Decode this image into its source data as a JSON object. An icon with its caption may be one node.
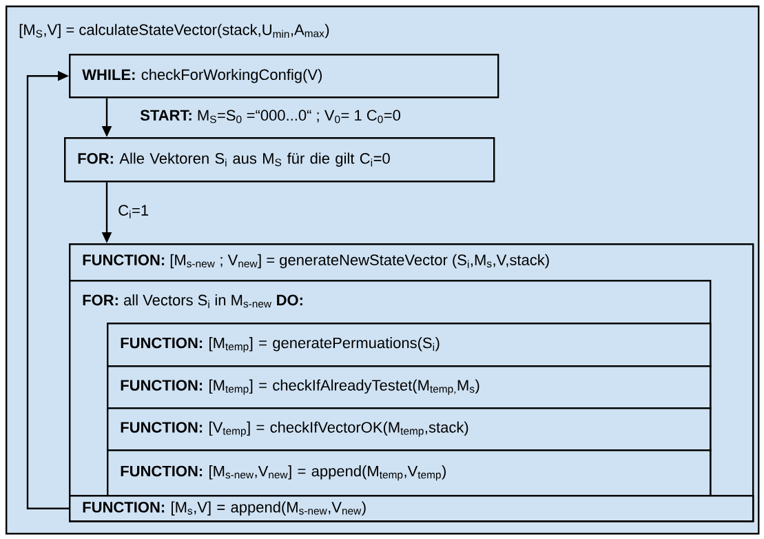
{
  "diagram": {
    "nodes": [
      {
        "text": [
          "[M$_{S}$,V] = calculateStateVector(stack,U$_{min}$,A$_{max}$)"
        ]
      },
      {
        "text": [
          "**WHILE:** checkForWorkingConfig(V)"
        ],
        "in": 0
      },
      {
        "text": [
          "**FOR:** Alle Vektoren S$_{i}$ aus M$_{S}$ für die gilt C$_{i}$=0"
        ],
        "in": 0
      },
      {
        "text": [
          "**FUNCTION:** [M$_{s-new}$ ; V$_{new}$] = generateNewStateVector (S$_{i}$,M$_{s}$,V,stack)"
        ],
        "in": 0
      },
      {
        "text": [
          "**FOR:** all Vectors S$_{i}$ in M$_{s-new}$ **DO:**"
        ],
        "in": 3
      },
      {
        "text": [
          "**FUNCTION:** [M$_{temp}$] = generatePermuations(S$_{i}$)"
        ],
        "in": 4
      },
      {
        "text": [
          "**FUNCTION:** [M$_{temp}$] = checkIfAlreadyTestet(M$_{temp,}$M$_{s}$)"
        ],
        "in": 4
      },
      {
        "text": [
          "**FUNCTION:** [V$_{temp}$] = checkIfVectorOK(M$_{temp}$,stack)"
        ],
        "in": 4
      },
      {
        "text": [
          "**FUNCTION:** [M$_{s-new}$,V$_{new}$] = append(M$_{temp}$,V$_{temp}$)"
        ],
        "in": 4
      },
      {
        "text": [
          "**FUNCTION:** [M$_{s}$,V] = append(M$_{s-new}$,V$_{new}$)"
        ],
        "in": 3
      }
    ],
    "edges": [
      {
        "from": 1,
        "to": 2,
        "arrow": "to",
        "label": "**START:** M$_{S}$=S$_{0}$ =“000...0“ ; V$_{0}$= 1 C$_{0}$=0"
      },
      {
        "from": 2,
        "to": 3,
        "arrow": "to",
        "label": "C$_{i}$=1"
      },
      {
        "from": 9,
        "to": 1,
        "arrow": "to"
      }
    ]
  }
}
